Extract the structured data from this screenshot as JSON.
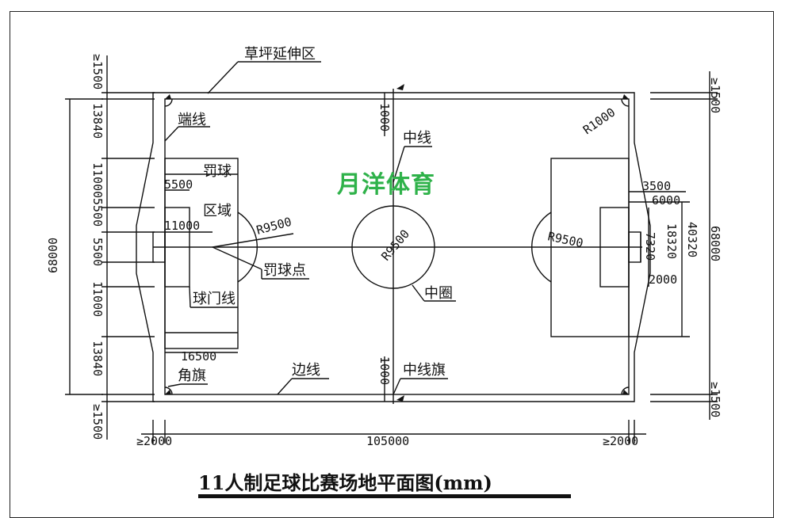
{
  "title": "11人制足球比赛场地平面图(mm)",
  "watermark": "月洋体育",
  "labels": {
    "grass_extension": "草坪延伸区",
    "end_line": "端线",
    "penalty_area_1": "罚球",
    "penalty_area_2": "区域",
    "penalty_spot": "罚球点",
    "goal_line": "球门线",
    "corner_flag": "角旗",
    "touch_line": "边线",
    "halfway_line": "中线",
    "center_circle": "中圈",
    "halfway_flag": "中线旗"
  },
  "dimensions": {
    "left_1500_top": "≥1500",
    "left_13840_top": "13840",
    "left_11000_top": "11000",
    "left_5500_top": "5500",
    "left_5500_bottom": "5500",
    "left_11000_bottom": "11000",
    "left_13840_bottom": "13840",
    "left_1500_bottom": "≥1500",
    "overall_width": "68000",
    "goal_area_depth": "5500",
    "penalty_spot_dist": "11000",
    "penalty_area_depth": "16500",
    "arc_radius_left": "R9500",
    "center_radius": "R9500",
    "arc_radius_right": "R9500",
    "flag_offset_top": "1000",
    "flag_offset_bottom": "1000",
    "corner_radius": "R1000",
    "right_1500_top": "≥1500",
    "right_1500_bottom": "≥1500",
    "goal_depth": "3500",
    "goal_area_width_r": "6000",
    "penalty_area_width": "40320",
    "goal_area_width": "18320",
    "goal_width": "7320",
    "goal_height": "2000",
    "right_68000": "68000",
    "bottom_2000_left": "≥2000",
    "bottom_length": "105000",
    "bottom_2000_right": "≥2000"
  }
}
